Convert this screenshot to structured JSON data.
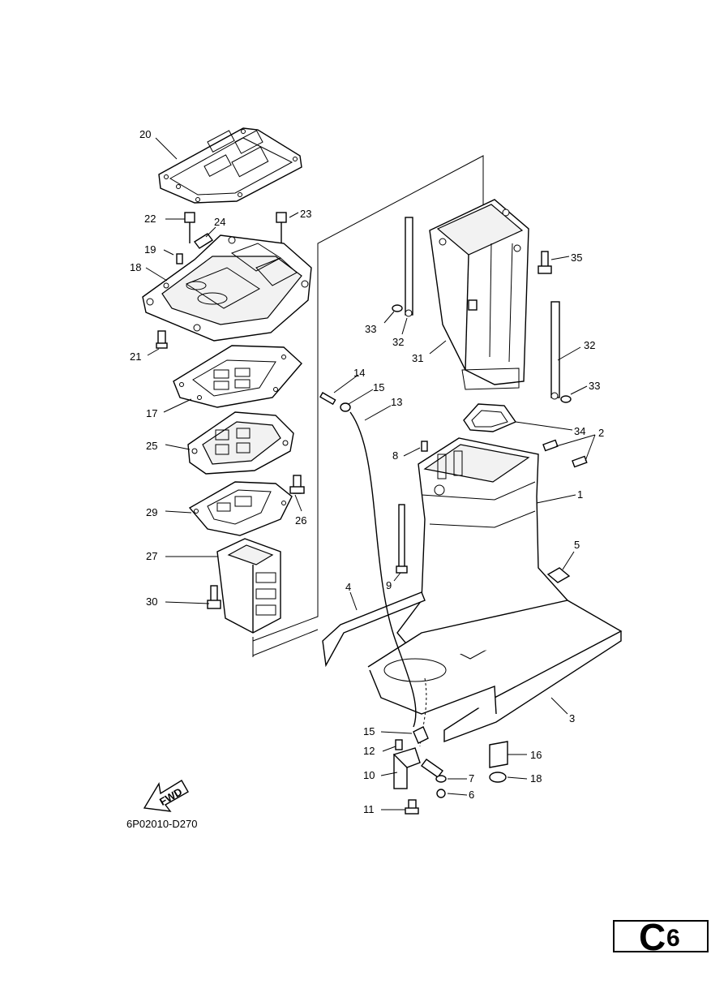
{
  "diagram": {
    "drawing_code": "6P02010-D270",
    "fwd_label": "FWD",
    "parts": [
      {
        "id": "1"
      },
      {
        "id": "2"
      },
      {
        "id": "3"
      },
      {
        "id": "4"
      },
      {
        "id": "5"
      },
      {
        "id": "6"
      },
      {
        "id": "7"
      },
      {
        "id": "8"
      },
      {
        "id": "9"
      },
      {
        "id": "10"
      },
      {
        "id": "11"
      },
      {
        "id": "12"
      },
      {
        "id": "13"
      },
      {
        "id": "14"
      },
      {
        "id": "15"
      },
      {
        "id": "15"
      },
      {
        "id": "16"
      },
      {
        "id": "17"
      },
      {
        "id": "18"
      },
      {
        "id": "19"
      },
      {
        "id": "20"
      },
      {
        "id": "21"
      },
      {
        "id": "22"
      },
      {
        "id": "23"
      },
      {
        "id": "24"
      },
      {
        "id": "25"
      },
      {
        "id": "26"
      },
      {
        "id": "27"
      },
      {
        "id": "28"
      },
      {
        "id": "29"
      },
      {
        "id": "30"
      },
      {
        "id": "31"
      },
      {
        "id": "32"
      },
      {
        "id": "32"
      },
      {
        "id": "33"
      },
      {
        "id": "33"
      },
      {
        "id": "34"
      },
      {
        "id": "35"
      }
    ]
  },
  "page_badge": {
    "letter": "C",
    "number": "6"
  }
}
